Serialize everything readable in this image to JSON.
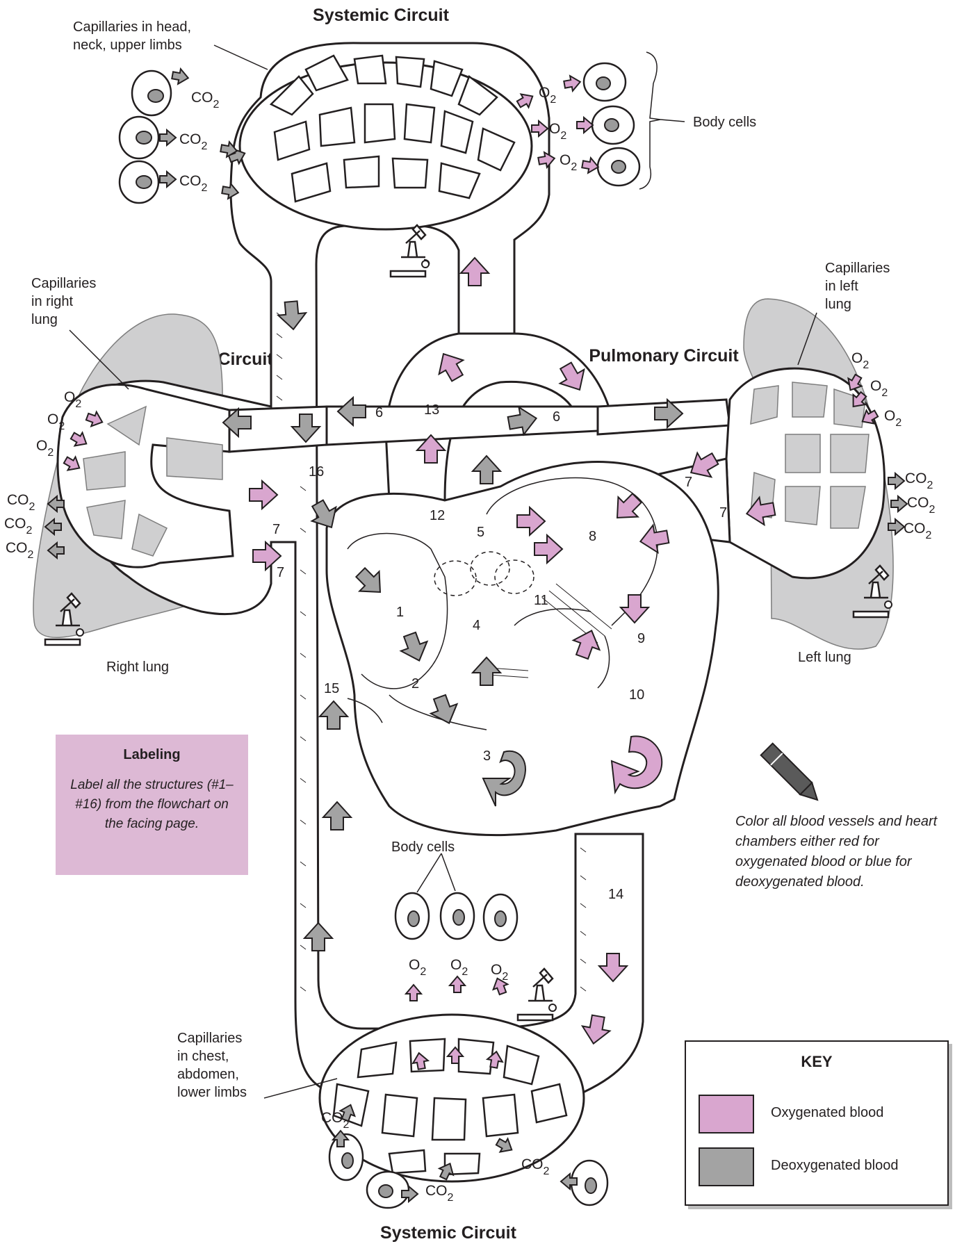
{
  "headings": {
    "systemic_top": "Systemic Circuit",
    "systemic_bottom": "Systemic Circuit",
    "pulmonary_left": "Pulmonary Circuit",
    "pulmonary_right": "Pulmonary Circuit"
  },
  "labels": {
    "cap_head": [
      "Capillaries in head,",
      "neck, upper limbs"
    ],
    "body_cells_top": "Body cells",
    "cap_right_lung": [
      "Capillaries",
      "in right",
      "lung"
    ],
    "cap_left_lung": [
      "Capillaries",
      "in left",
      "lung"
    ],
    "right_lung": "Right lung",
    "left_lung": "Left lung",
    "body_cells_bottom": "Body cells",
    "cap_chest": [
      "Capillaries",
      "in chest,",
      "abdomen,",
      "lower limbs"
    ]
  },
  "gases": {
    "o2": "O",
    "co2": "CO",
    "subscript": "2"
  },
  "structure_numbers": [
    "1",
    "2",
    "3",
    "4",
    "5",
    "6",
    "6",
    "7",
    "7",
    "7",
    "7",
    "8",
    "9",
    "10",
    "11",
    "12",
    "13",
    "14",
    "15",
    "16"
  ],
  "labeling": {
    "title": "Labeling",
    "text": "Label all the structures (#1–#16) from the flowchart on the facing page."
  },
  "color_note": "Color all blood vessels and heart chambers either red for oxygenated blood or blue for deoxygenated blood.",
  "key": {
    "title": "KEY",
    "items": [
      {
        "label": "Oxygenated blood",
        "color": "#d9a6cf"
      },
      {
        "label": "Deoxygenated blood",
        "color": "#a3a3a3"
      }
    ]
  },
  "colors": {
    "oxygenated": "#d9a6cf",
    "deoxygenated": "#a3a3a3",
    "lung_tissue": "#cfcfd0",
    "labeling_box": "#ddb9d5"
  }
}
